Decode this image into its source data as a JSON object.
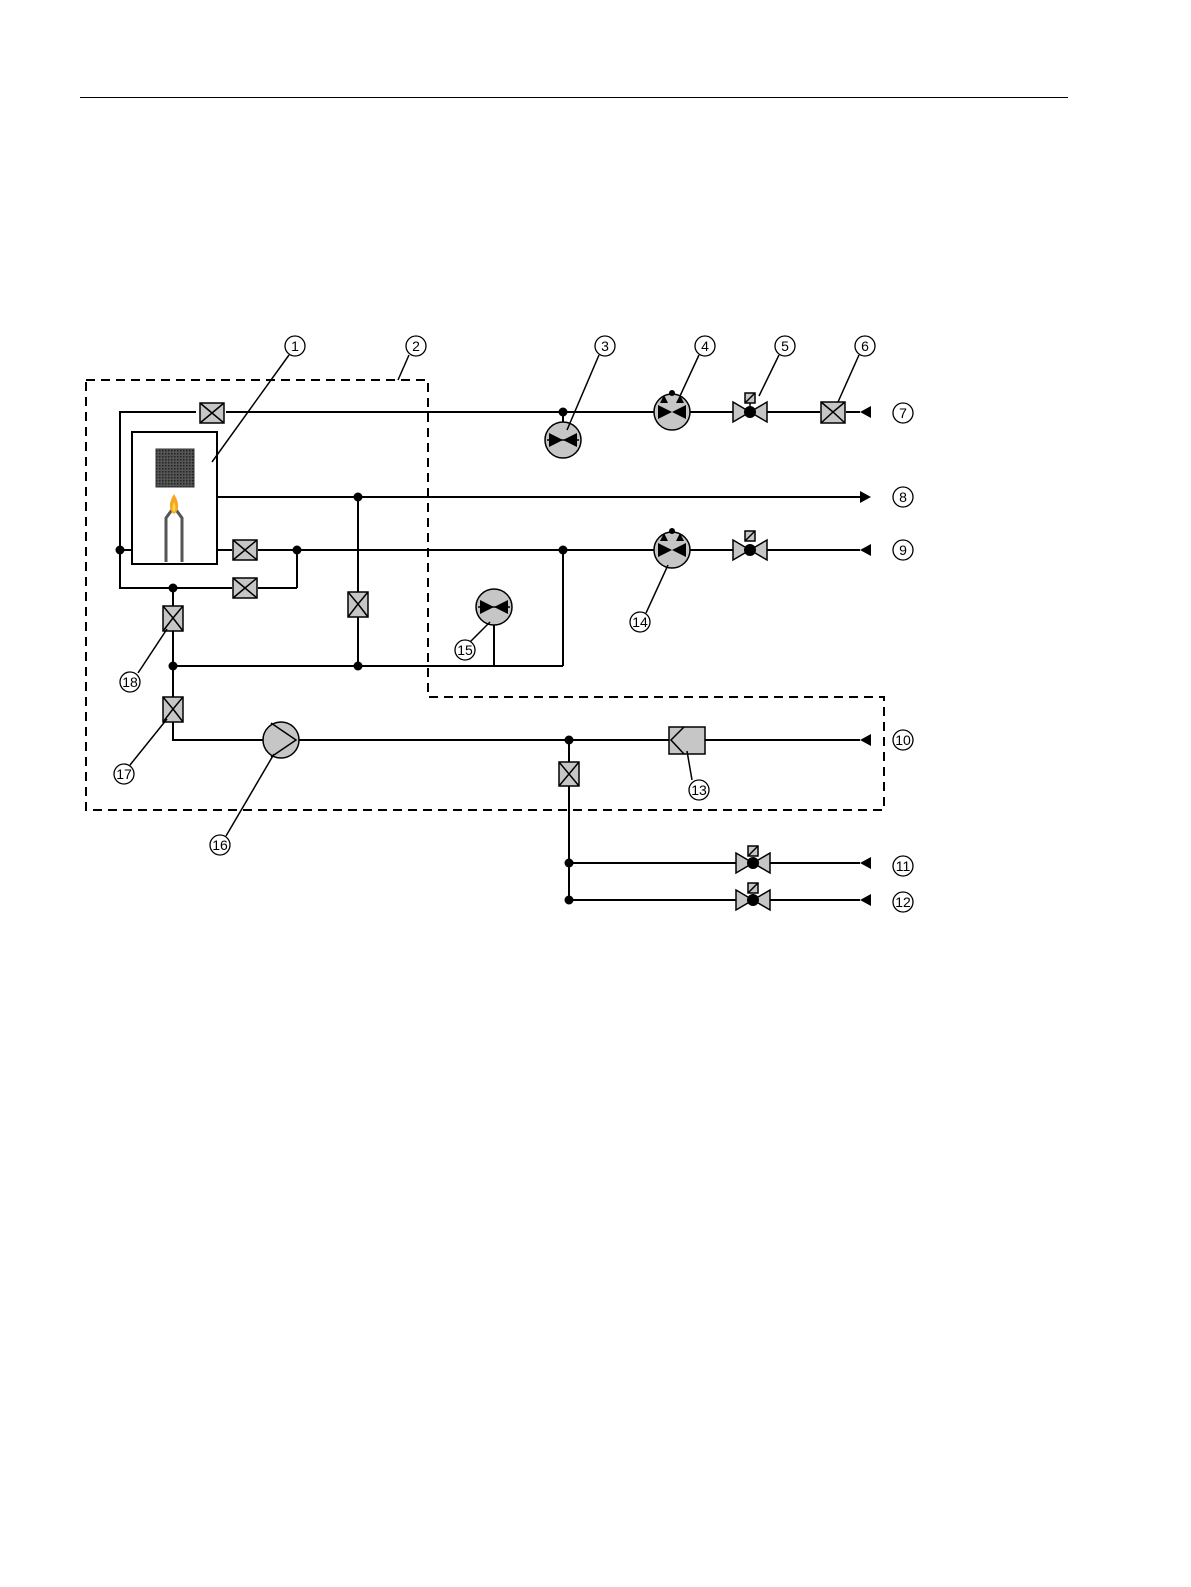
{
  "diagram": {
    "callouts": [
      "1",
      "2",
      "3",
      "4",
      "5",
      "6",
      "7",
      "8",
      "9",
      "10",
      "11",
      "12",
      "13",
      "14",
      "15",
      "16",
      "17",
      "18"
    ],
    "colors": {
      "line": "#000000",
      "component_fill": "#c6c6c6",
      "flame_outer": "#f5a623",
      "flame_inner": "#ffd84a",
      "background": "#ffffff"
    }
  }
}
